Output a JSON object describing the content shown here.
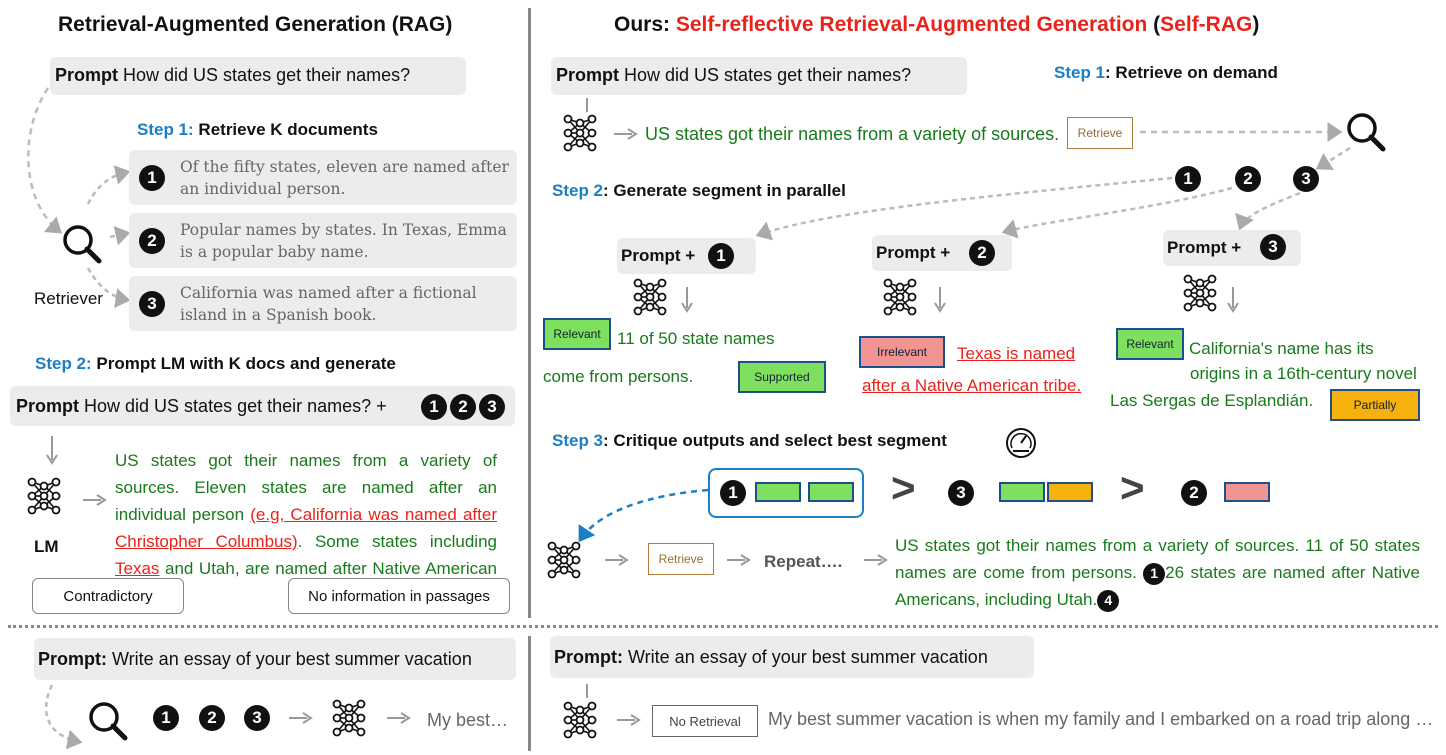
{
  "left": {
    "title": "Retrieval-Augmented Generation (RAG)",
    "prompt_label": "Prompt",
    "prompt_text": "How did US states get their names?",
    "step1_label": "Step 1:",
    "step1_text": "Retrieve K documents",
    "docs": [
      {
        "num": "1",
        "text": "Of the fifty states, eleven are named after an individual person."
      },
      {
        "num": "2",
        "text": "Popular names by states. In Texas, Emma is a popular baby name."
      },
      {
        "num": "3",
        "text": "California was named after a fictional island in a Spanish book."
      }
    ],
    "retriever_label": "Retriever",
    "step2_label": "Step 2:",
    "step2_text": "Prompt LM with K docs and generate",
    "prompt2_text": "How did US states get their names? +",
    "lm_label": "LM",
    "output_a": "US states got their names from a variety of sources. Eleven states are named after an individual person",
    "output_b": "(e.g, California was named after Christopher Columbus)",
    "output_c": ". Some states including",
    "output_d": "Texas",
    "output_e": "and Utah, are named after Native American tribe.",
    "callout_contradictory": "Contradictory",
    "callout_noinfo": "No information in passages"
  },
  "right": {
    "title_prefix": "Ours:",
    "title_main": "Self-reflective Retrieval-Augmented Generation",
    "title_paren_open": "(",
    "title_abbr": "Self-RAG",
    "title_paren_close": ")",
    "prompt_label": "Prompt",
    "prompt_text": "How did US states get their names?",
    "step1_label": "Step 1",
    "step1_text": ": Retrieve on demand",
    "first_output": "US states got their names from a variety of sources.",
    "retrieve_tag": "Retrieve",
    "step2_label": "Step 2",
    "step2_text": ": Generate segment in parallel",
    "prompt_plus": "Prompt +",
    "seg1": {
      "tag": "Relevant",
      "text_a": "11 of 50 state names",
      "text_b": "come from persons.",
      "tag2": "Supported"
    },
    "seg2": {
      "tag": "Irrelevant",
      "text_a": "Texas is named",
      "text_b": "after a Native American tribe."
    },
    "seg3": {
      "tag": "Relevant",
      "text_a": "California's name has its",
      "text_b": "origins in a 16th-century novel",
      "text_c": "Las Sergas de Esplandián.",
      "tag2": "Partially"
    },
    "step3_label": "Step 3",
    "step3_text": ": Critique outputs and select best segment",
    "gt": ">",
    "repeat": "Repeat….",
    "final_a": "US states got their names from a variety of sources. 11 of 50 states names are come from persons.",
    "final_b": "26 states are named after Native Americans, including Utah.",
    "final_num4": "4"
  },
  "bottom": {
    "prompt_label": "Prompt:",
    "prompt_text": "Write an essay of your best summer vacation",
    "left_output": "My best…",
    "no_retrieval_tag": "No Retrieval",
    "right_output": "My best summer vacation is when my family and I embarked on a road trip along …"
  },
  "colors": {
    "red": "#e8231b",
    "blue": "#1b7fc4",
    "green": "#197a1b",
    "relevant": "#7ee05e",
    "irrelevant": "#f19592",
    "partially": "#f6b10e"
  },
  "icons": [
    "search-icon",
    "neural-network-icon",
    "gauge-icon",
    "arrow-right-icon"
  ]
}
